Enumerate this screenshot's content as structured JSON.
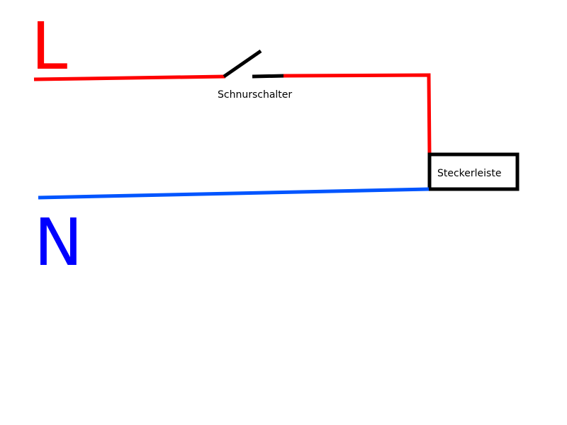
{
  "diagram": {
    "line_label": "L",
    "neutral_label": "N",
    "switch_label": "Schnurschalter",
    "box_label": "Steckerleiste"
  },
  "colors": {
    "phase": "#ff0000",
    "neutral": "#0055ff",
    "neutral_label": "#0000ff",
    "switch": "#000000",
    "box_border": "#000000",
    "background": "#ffffff"
  }
}
